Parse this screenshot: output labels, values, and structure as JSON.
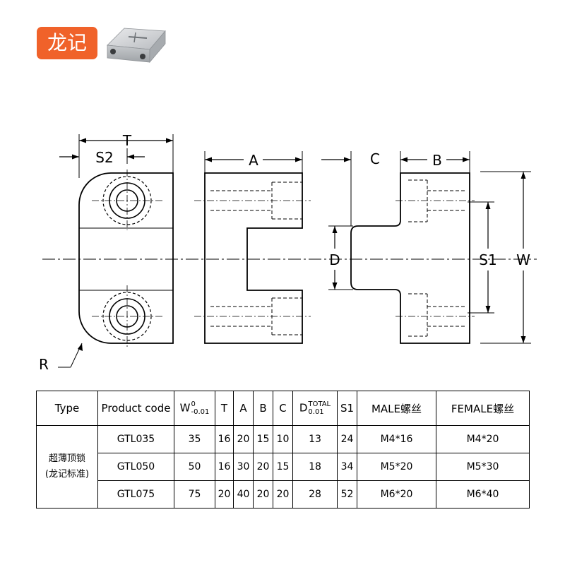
{
  "brand": {
    "label": "龙记",
    "color": "#f0622a"
  },
  "drawing": {
    "labels": {
      "T": "T",
      "S2": "S2",
      "A": "A",
      "C": "C",
      "B": "B",
      "D": "D",
      "S1": "S1",
      "W": "W",
      "R": "R"
    }
  },
  "table": {
    "headers": {
      "type": "Type",
      "product_code": "Product code",
      "w": "W",
      "w_sup": "0",
      "w_sub": "-0.01",
      "t": "T",
      "a": "A",
      "b": "B",
      "c": "C",
      "d": "D",
      "d_sup": "TOTAL",
      "d_sub": "0.01",
      "s1": "S1",
      "male": "MALE螺丝",
      "female": "FEMALE螺丝"
    },
    "type_line1": "超薄顶锁",
    "type_line2": "(龙记标准)",
    "rows": [
      {
        "code": "GTL035",
        "w": "35",
        "t": "16",
        "a": "20",
        "b": "15",
        "c": "10",
        "d": "13",
        "s1": "24",
        "male": "M4*16",
        "female": "M4*20"
      },
      {
        "code": "GTL050",
        "w": "50",
        "t": "16",
        "a": "30",
        "b": "20",
        "c": "15",
        "d": "18",
        "s1": "34",
        "male": "M5*20",
        "female": "M5*30"
      },
      {
        "code": "GTL075",
        "w": "75",
        "t": "20",
        "a": "40",
        "b": "20",
        "c": "20",
        "d": "28",
        "s1": "52",
        "male": "M6*20",
        "female": "M6*40"
      }
    ]
  }
}
